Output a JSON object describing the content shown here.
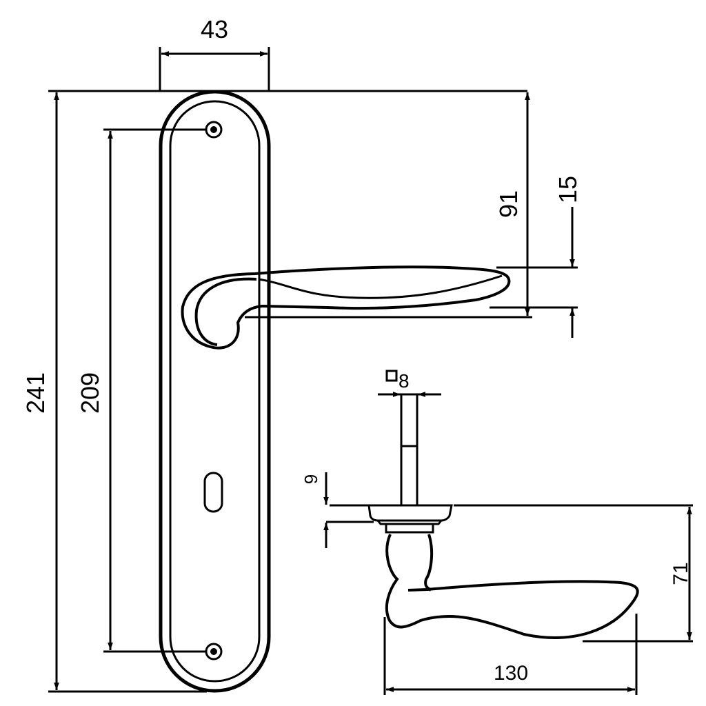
{
  "drawing": {
    "units": "mm",
    "dimensions": {
      "plate_width": "43",
      "overall_height": "241",
      "screw_spacing": "209",
      "lever_height_from_top": "91",
      "lever_thickness": "15",
      "spindle_square": "8",
      "rose_thickness": "9",
      "projection": "71",
      "lever_length": "130"
    }
  }
}
